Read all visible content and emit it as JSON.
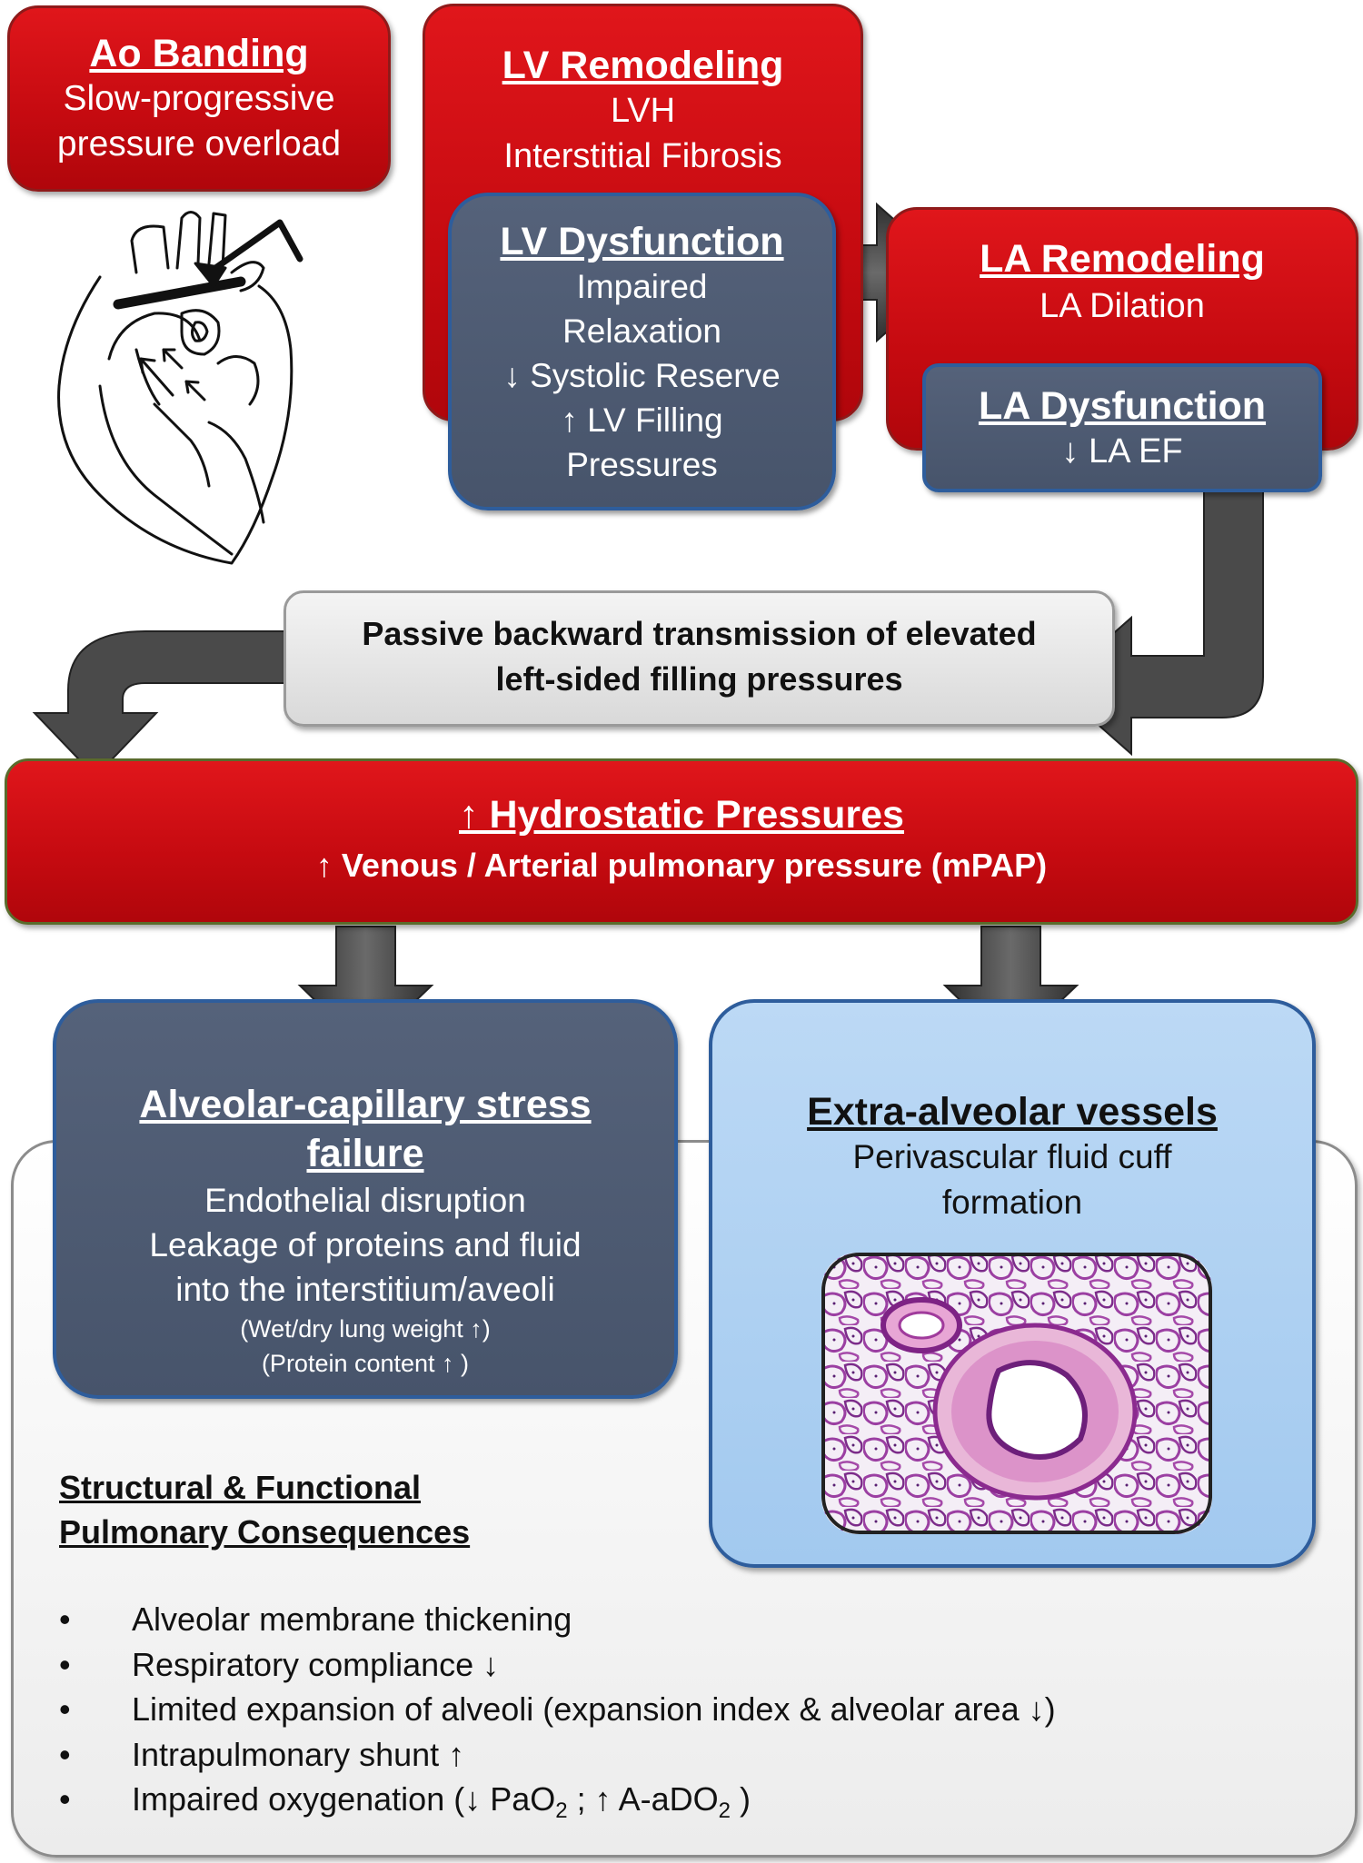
{
  "ao_banding": {
    "title": "Ao Banding",
    "line1": "Slow-progressive",
    "line2": "pressure overload"
  },
  "lv_remodeling": {
    "title": "LV Remodeling",
    "line1": "LVH",
    "line2": "Interstitial Fibrosis"
  },
  "lv_dysfunction": {
    "title": "LV Dysfunction",
    "line1": "Impaired",
    "line2": "Relaxation",
    "line3": "↓ Systolic Reserve",
    "line4": "↑ LV Filling",
    "line5": "Pressures"
  },
  "la_remodeling": {
    "title": "LA Remodeling",
    "line1": "LA Dilation"
  },
  "la_dysfunction": {
    "title": "LA Dysfunction",
    "line1": "↓ LA EF"
  },
  "passive": {
    "line1": "Passive backward transmission of elevated",
    "line2": "left-sided filling pressures"
  },
  "hydrostatic": {
    "title": "↑ Hydrostatic Pressures",
    "line1": "↑ Venous / Arterial pulmonary pressure (mPAP)"
  },
  "alveolar": {
    "title1": "Alveolar-capillary stress",
    "title2": "failure",
    "line1": "Endothelial disruption",
    "line2": "Leakage of proteins and fluid",
    "line3": "into the interstitium/aveoli",
    "small1": "(Wet/dry lung weight ↑)",
    "small2": "(Protein content ↑ )"
  },
  "extra_alveolar": {
    "title": "Extra-alveolar vessels",
    "line1": "Perivascular fluid cuff",
    "line2": "formation"
  },
  "consequences": {
    "heading1": "Structural & Functional",
    "heading2": "Pulmonary Consequences",
    "bullet": "•",
    "items": [
      "Alveolar membrane thickening",
      "Respiratory compliance ↓",
      "Limited expansion of alveoli (expansion index & alveolar area ↓)",
      "Intrapulmonary shunt ↑"
    ],
    "item5": {
      "a": "Impaired oxygenation (↓ PaO",
      "sub1": "2",
      "b": " ; ↑ A-aDO",
      "sub2": "2",
      "c": " )"
    }
  },
  "colors": {
    "red": "#c8090f",
    "slate": "#4a566d",
    "light_blue": "#a9cdf0",
    "gray_panel": "#f2f2f2",
    "arrow": "#444444"
  }
}
